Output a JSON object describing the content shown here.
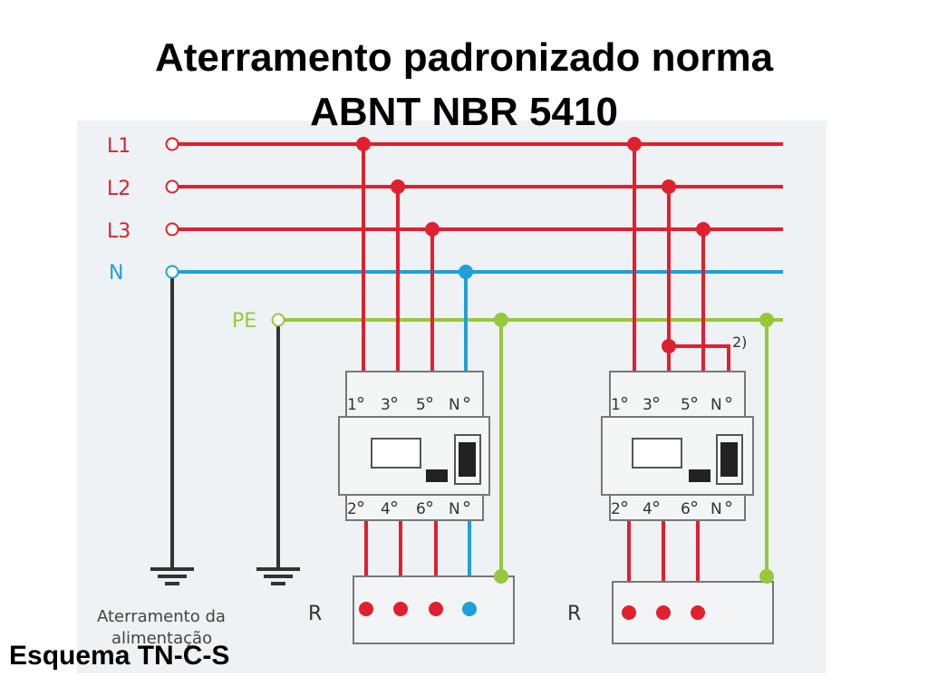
{
  "title": {
    "line1": "Aterramento padronizado norma",
    "line2": "ABNT NBR 5410"
  },
  "colors": {
    "phase": "#e0202e",
    "neutral": "#1ea0dc",
    "pe": "#96c83c",
    "ground": "#333333",
    "panel_bg": "#eef2f5"
  },
  "conductors": {
    "l1": "L1",
    "l2": "L2",
    "l3": "L3",
    "n": "N",
    "pe": "PE"
  },
  "devices": [
    {
      "top_terminals": [
        "1",
        "3",
        "5",
        "N"
      ],
      "bottom_terminals": [
        "2",
        "4",
        "6",
        "N"
      ],
      "load_label": "R"
    },
    {
      "top_terminals": [
        "1",
        "3",
        "5",
        "N"
      ],
      "bottom_terminals": [
        "2",
        "4",
        "6",
        "N"
      ],
      "load_label": "R",
      "note": "2)"
    }
  ],
  "ground_caption": {
    "line1": "Aterramento da",
    "line2": "alimentação"
  },
  "footer": "Esquema TN-C-S"
}
